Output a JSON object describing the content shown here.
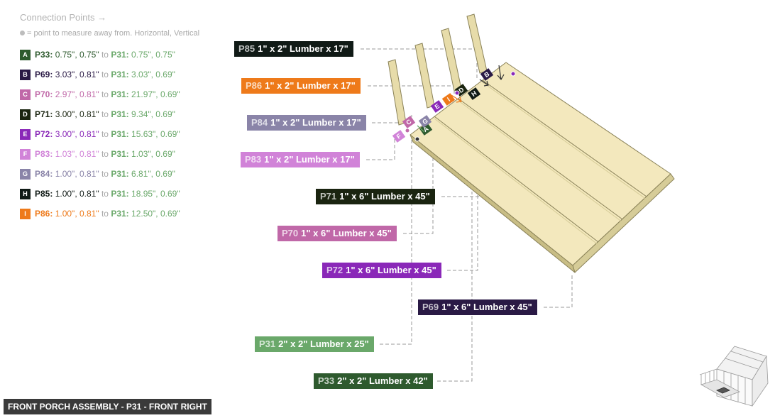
{
  "legend": {
    "title": "Connection Points →",
    "note": "= point to measure away from. Horizontal, Vertical"
  },
  "connections": [
    {
      "letter": "A",
      "color": "#2e5a2e",
      "from": "P33:",
      "from_val": "0.75\", 0.75\"",
      "to_word": "to",
      "to": "P31:",
      "to_val": "0.75\", 0.75\""
    },
    {
      "letter": "B",
      "color": "#2a1a45",
      "from": "P69:",
      "from_val": "3.03\", 0.81\"",
      "to_word": "to",
      "to": "P31:",
      "to_val": "3.03\", 0.69\""
    },
    {
      "letter": "C",
      "color": "#c068a8",
      "from": "P70:",
      "from_val": "2.97\", 0.81\"",
      "to_word": "to",
      "to": "P31:",
      "to_val": "21.97\", 0.69\""
    },
    {
      "letter": "D",
      "color": "#1a2410",
      "from": "P71:",
      "from_val": "3.00\", 0.81\"",
      "to_word": "to",
      "to": "P31:",
      "to_val": "9.34\", 0.69\""
    },
    {
      "letter": "E",
      "color": "#8a28b8",
      "from": "P72:",
      "from_val": "3.00\", 0.81\"",
      "to_word": "to",
      "to": "P31:",
      "to_val": "15.63\", 0.69\""
    },
    {
      "letter": "F",
      "color": "#d183d8",
      "from": "P83:",
      "from_val": "1.03\", 0.81\"",
      "to_word": "to",
      "to": "P31:",
      "to_val": "1.03\", 0.69\""
    },
    {
      "letter": "G",
      "color": "#8a84a8",
      "from": "P84:",
      "from_val": "1.00\", 0.81\"",
      "to_word": "to",
      "to": "P31:",
      "to_val": "6.81\", 0.69\""
    },
    {
      "letter": "H",
      "color": "#101a16",
      "from": "P85:",
      "from_val": "1.00\", 0.81\"",
      "to_word": "to",
      "to": "P31:",
      "to_val": "18.95\", 0.69\""
    },
    {
      "letter": "I",
      "color": "#ee7a1a",
      "from": "P86:",
      "from_val": "1.00\", 0.81\"",
      "to_word": "to",
      "to": "P31:",
      "to_val": "12.50\", 0.69\""
    }
  ],
  "parts": [
    {
      "id": "P85",
      "desc": "1\" x 2\" Lumber x 17\"",
      "color": "#101a16"
    },
    {
      "id": "P86",
      "desc": "1\" x 2\" Lumber x 17\"",
      "color": "#ee7a1a"
    },
    {
      "id": "P84",
      "desc": "1\" x 2\" Lumber x 17\"",
      "color": "#8a84a8"
    },
    {
      "id": "P83",
      "desc": "1\" x 2\" Lumber x 17\"",
      "color": "#d183d8"
    },
    {
      "id": "P71",
      "desc": "1\" x 6\" Lumber x 45\"",
      "color": "#1a2410"
    },
    {
      "id": "P70",
      "desc": "1\" x 6\" Lumber x 45\"",
      "color": "#c068a8"
    },
    {
      "id": "P72",
      "desc": "1\" x 6\" Lumber x 45\"",
      "color": "#8a28b8"
    },
    {
      "id": "P69",
      "desc": "1\" x 6\" Lumber x 45\"",
      "color": "#2a1a45"
    },
    {
      "id": "P31",
      "desc": "2\" x 2\" Lumber x 25\"",
      "color": "#6aa86a"
    },
    {
      "id": "P33",
      "desc": "2\" x 2\" Lumber x 42\"",
      "color": "#2e5a2e"
    }
  ],
  "footer": {
    "label": "FRONT PORCH ASSEMBLY - P31 - FRONT RIGHT"
  },
  "colors": {
    "wood": "#f3e8bd",
    "wood_edge": "#8a8258",
    "leader": "#999999"
  }
}
